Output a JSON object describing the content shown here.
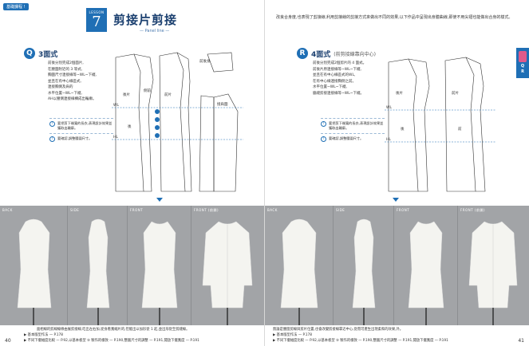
{
  "tag": "基礎課程 !",
  "lesson": {
    "label": "LESSON",
    "number": "7",
    "title": "剪接片剪接",
    "subtitle": "— Panel line —"
  },
  "intro": "改良合身度,也表現了剪接線,利用剪接線的剪接方式來做出不同的效果,以下作品中呈現出身體曲線,即使不用尖褶也能做出合身的樣式。",
  "left": {
    "section": {
      "badge": "Q",
      "title": "3面式"
    },
    "desc": [
      "前後分別完成2個面片,",
      "在腰圍附近的 3 等式,",
      "胸圍尺寸連接線等~WL~下襬,",
      "並且在有中心線區式,",
      "連接胸側及肩的",
      "水平位置~WL~下襬,",
      "AH以腰側連接線構成出輪廓。"
    ],
    "notes": [
      {
        "icon": "!",
        "text": "要把剪下端寬的長衣,表現設計效果並獲取出輪廓。"
      },
      {
        "icon": "!",
        "text": "要確認,調整腰圍尺寸。"
      }
    ],
    "pattern_labels": [
      "前後身",
      "側前",
      "後片",
      "前片",
      "後",
      "WL",
      "HL",
      "接肩圍"
    ],
    "photos": [
      "BACK",
      "SIDE",
      "FRONT",
      "FRONT (前開)"
    ],
    "caption": "面相線的剪線線條由展剪接線,吃出左右加,從身看寬縮片的,但能出以加形從 1 起,並出形從至剪縫線。",
    "refs": [
      "▶ 基本版型作法 — P.178",
      "▶ 不同下擺幅度比較 — P.92,以基本板型 ⑤ 製作的樣款 — P.190,整圖尺寸的調整 — P.191,開放下擺寬度 — P.191"
    ],
    "page_num": "40"
  },
  "right": {
    "section": {
      "badge": "R",
      "title": "4面式",
      "note": "(前剪接線靠向中心)"
    },
    "desc": [
      "前後分別完成2個剪片的 4 面式。",
      "前後片原連接線等~WL~下襬,",
      "並且在有中心線區式的WL,",
      "在有中心線連接胸側之前。",
      "水平位置~WL~下襬,",
      "脇縫剪接連接線等~WL~下襬。"
    ],
    "notes": [
      {
        "icon": "!",
        "text": "要把剪下端寬的長衣,表現設計效果並獲取出輪廓。"
      },
      {
        "icon": "!",
        "text": "要確認,調整腰圍尺寸。"
      }
    ],
    "pattern_labels": [
      "後片",
      "前片",
      "WL",
      "HL",
      "後",
      "前"
    ],
    "photos": [
      "BACK",
      "SIDE",
      "FRONT",
      "FRONT (前開)"
    ],
    "caption": "無論是腰圍剪線與剪片位置,也會改變剪接線靠近中心,從而可產生出現柔和的效果,外。",
    "refs": [
      "▶ 基本版型作法 — P.178",
      "▶ 不同下擺幅度比較 — P.92,以基本板型 ⑤ 製作的樣款 — P.190,整圖尺寸的調整 — P.191,開放下擺寬度 — P.191"
    ],
    "page_num": "41",
    "side_tab": [
      "Q",
      "R"
    ]
  },
  "colors": {
    "accent": "#1f6fb5",
    "title": "#1a3f6f",
    "photo_bg": "#a2a4a7"
  }
}
